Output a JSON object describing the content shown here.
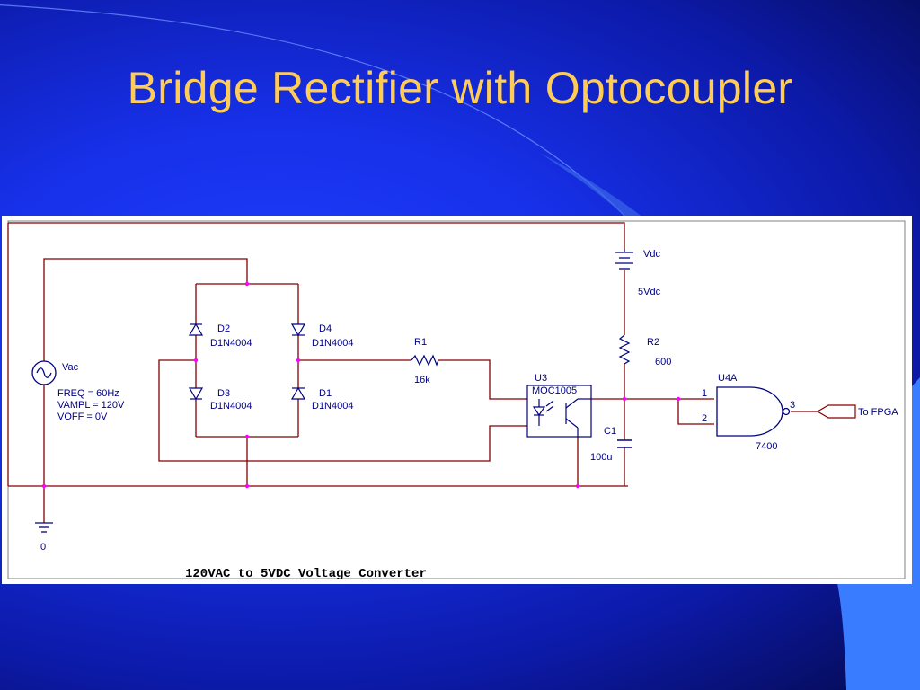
{
  "slide": {
    "title": "Bridge Rectifier with Optocoupler"
  },
  "schematic": {
    "source": {
      "name": "Vac",
      "freq": "FREQ = 60Hz",
      "vampl": "VAMPL = 120V",
      "voff": "VOFF = 0V"
    },
    "ground_label": "0",
    "diodes": [
      {
        "ref": "D2",
        "part": "D1N4004"
      },
      {
        "ref": "D4",
        "part": "D1N4004"
      },
      {
        "ref": "D3",
        "part": "D1N4004"
      },
      {
        "ref": "D1",
        "part": "D1N4004"
      }
    ],
    "r1": {
      "ref": "R1",
      "value": "16k"
    },
    "r2": {
      "ref": "R2",
      "value": "600"
    },
    "battery": {
      "ref": "Vdc",
      "value": "5Vdc"
    },
    "opto": {
      "ref": "U3",
      "part": "MOC1005"
    },
    "cap": {
      "ref": "C1",
      "value": "100u"
    },
    "gate": {
      "ref": "U4A",
      "part": "7400",
      "pin_in1": "1",
      "pin_in2": "2",
      "pin_out": "3"
    },
    "output_label": "To FPGA",
    "caption": "120VAC to 5VDC Voltage Converter"
  },
  "colors": {
    "title": "#ffcc55",
    "wire": "#800000",
    "part": "#000080",
    "junction": "#ff00ff"
  }
}
